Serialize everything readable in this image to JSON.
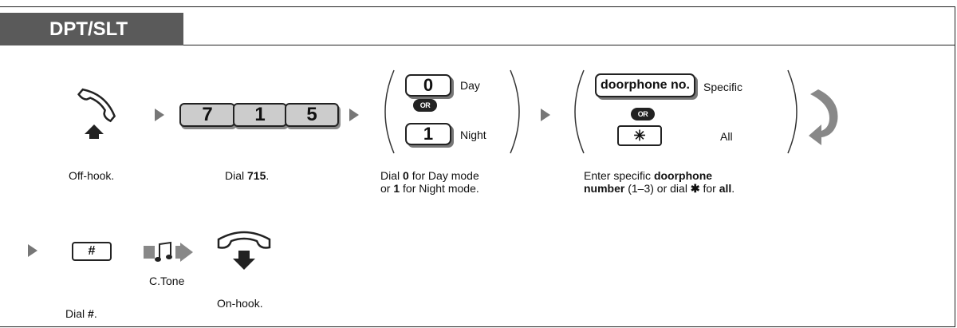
{
  "header": {
    "title": "DPT/SLT"
  },
  "steps": {
    "off_hook": {
      "caption": "Off-hook."
    },
    "dial_715": {
      "caption_prefix": "Dial ",
      "caption_bold": "715",
      "caption_suffix": ".",
      "keys": [
        "7",
        "1",
        "5"
      ]
    },
    "mode": {
      "key_day": "0",
      "label_day": "Day",
      "or_text": "OR",
      "key_night": "1",
      "label_night": "Night",
      "caption_line1_prefix": "Dial ",
      "caption_line1_bold": "0",
      "caption_line1_suffix": " for Day mode",
      "caption_line2_prefix": "or ",
      "caption_line2_bold": "1",
      "caption_line2_suffix": " for Night mode."
    },
    "doorphone": {
      "key_specific": "doorphone no.",
      "label_specific": "Specific",
      "or_text": "OR",
      "key_all": "✳",
      "label_all": "All",
      "caption_line1_prefix": "Enter specific ",
      "caption_line1_bold": "doorphone",
      "caption_line2_bold": "number",
      "caption_line2_mid": " (1–3) or dial ",
      "caption_line2_star": "✱",
      "caption_line2_for": " for ",
      "caption_line2_bold2": "all",
      "caption_line2_end": "."
    },
    "dial_hash": {
      "key": "#",
      "caption_prefix": "Dial ",
      "caption_bold": "#",
      "caption_suffix": "."
    },
    "confirm_tone": {
      "label": "C.Tone"
    },
    "on_hook": {
      "caption": "On-hook."
    }
  },
  "colors": {
    "tab_bg": "#5a5a5a",
    "arrow": "#777777",
    "key_fill": "#cccccc"
  }
}
